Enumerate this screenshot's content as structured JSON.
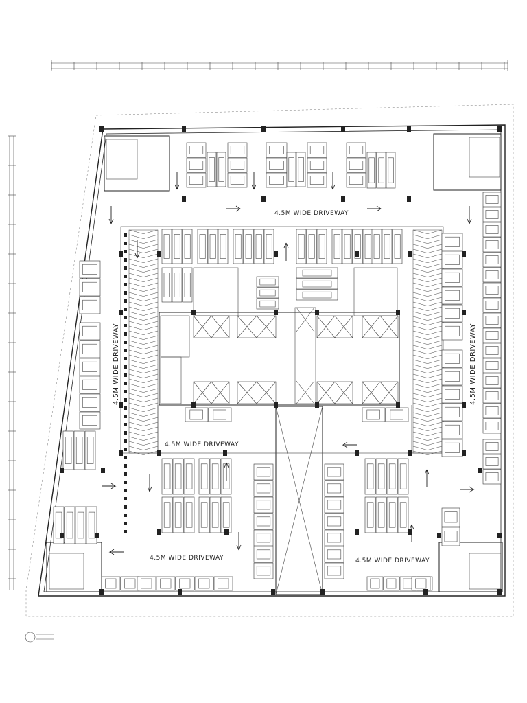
{
  "driveway_labels": {
    "top_center": "4.5M WIDE DRIVEWAY",
    "left_vertical": "4.5M WIDE DRIVEWAY",
    "right_vertical": "4.5M WIDE DRIVEWAY",
    "mid_left": "4.5M WIDE DRIVEWAY",
    "bottom_left": "4.5M WIDE DRIVEWAY",
    "bottom_right": "4.5M WIDE DRIVEWAY"
  }
}
